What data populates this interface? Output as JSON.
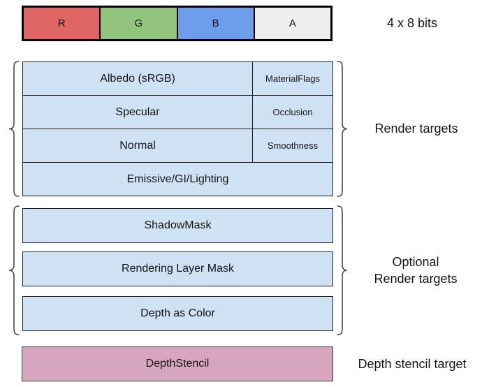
{
  "top_bar": {
    "cells": [
      {
        "label": "R",
        "color": "#E06666"
      },
      {
        "label": "G",
        "color": "#93C47D"
      },
      {
        "label": "B",
        "color": "#6D9EEB"
      },
      {
        "label": "A",
        "color": "#EFEFEF"
      }
    ],
    "caption": "4 x 8 bits"
  },
  "render_targets": {
    "label": "Render targets",
    "fill": "#CFE2F3",
    "rows": [
      {
        "main": "Albedo (sRGB)",
        "alpha": "MaterialFlags"
      },
      {
        "main": "Specular",
        "alpha": "Occlusion"
      },
      {
        "main": "Normal",
        "alpha": "Smoothness"
      },
      {
        "main": "Emissive/GI/Lighting",
        "alpha": ""
      }
    ]
  },
  "optional_targets": {
    "label_line1": "Optional",
    "label_line2": "Render targets",
    "fill": "#CFE2F3",
    "rows": [
      "ShadowMask",
      "Rendering Layer Mask",
      "Depth as Color"
    ]
  },
  "depth_stencil": {
    "label": "DepthStencil",
    "caption": "Depth stencil target",
    "fill": "#D5A6BD"
  }
}
